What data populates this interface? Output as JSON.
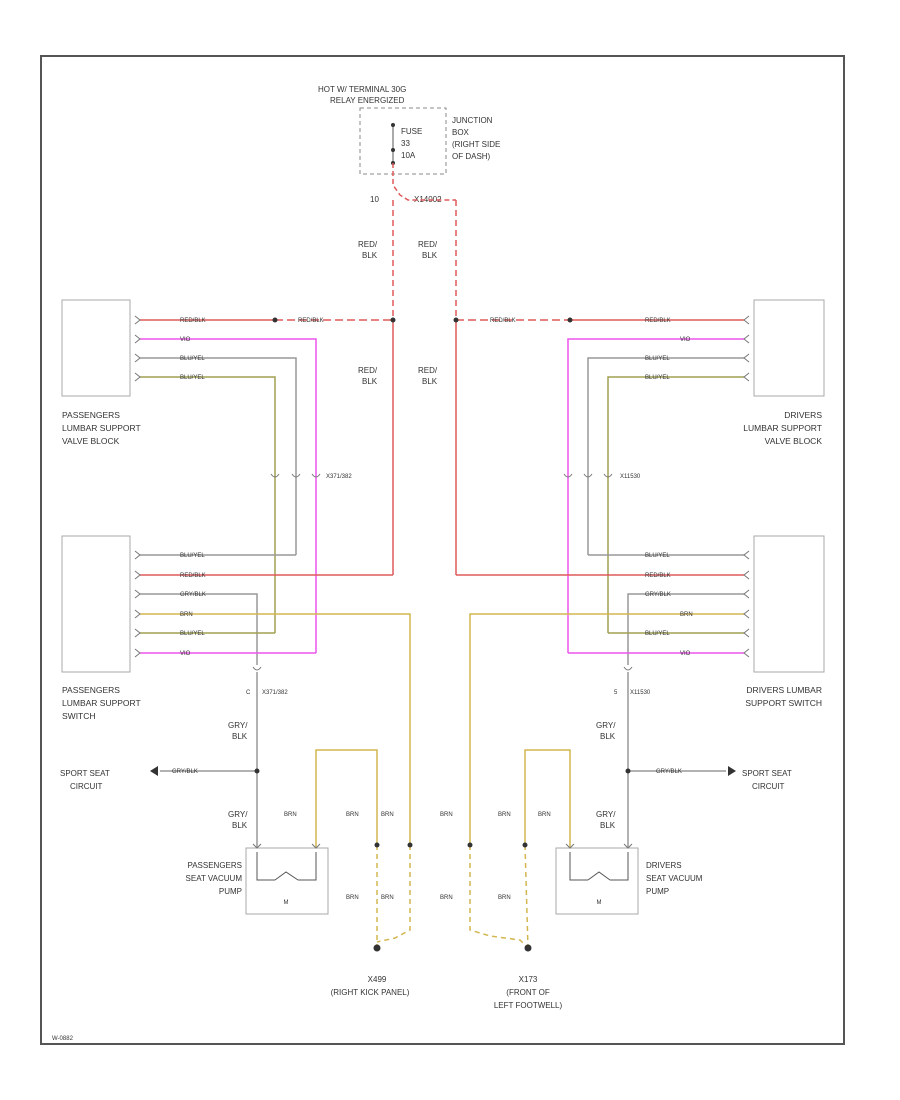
{
  "power": {
    "hot_line1": "HOT W/ TERMINAL 30G",
    "hot_line2": "RELAY ENERGIZED",
    "fuse_l1": "FUSE",
    "fuse_l2": "33",
    "fuse_l3": "10A",
    "jb_l1": "JUNCTION",
    "jb_l2": "BOX",
    "jb_l3": "(RIGHT SIDE",
    "jb_l4": "OF DASH)",
    "pin_left": "10",
    "pin_right": "X14002"
  },
  "wires": {
    "red_blk": "RED/BLK",
    "red_blk_stack1": "RED/",
    "red_blk_stack2": "BLK",
    "vio": "VIO",
    "blu_yel": "BLU/YEL",
    "gry_blk": "GRY/BLK",
    "gry_blk_stack1": "GRY/",
    "gry_blk_stack2": "BLK",
    "brn": "BRN"
  },
  "components": {
    "pass_valve_l1": "PASSENGERS",
    "pass_valve_l2": "LUMBAR SUPPORT",
    "pass_valve_l3": "VALVE BLOCK",
    "drv_valve_l1": "DRIVERS",
    "drv_valve_l2": "LUMBAR SUPPORT",
    "drv_valve_l3": "VALVE BLOCK",
    "pass_switch_l1": "PASSENGERS",
    "pass_switch_l2": "LUMBAR SUPPORT",
    "pass_switch_l3": "SWITCH",
    "drv_switch_l1": "DRIVERS LUMBAR",
    "drv_switch_l2": "SUPPORT SWITCH",
    "pass_pump_l1": "PASSENGERS",
    "pass_pump_l2": "SEAT VACUUM",
    "pass_pump_l3": "PUMP",
    "drv_pump_l1": "DRIVERS",
    "drv_pump_l2": "SEAT VACUUM",
    "drv_pump_l3": "PUMP",
    "motor": "M"
  },
  "connectors": {
    "pass_upper": "X371/382",
    "drv_upper": "X11530",
    "pass_lower": "X371/382",
    "drv_lower": "X11530",
    "pass_lower_pin": "C",
    "drv_lower_pin": "5"
  },
  "refs": {
    "sport_left_l1": "SPORT SEAT",
    "sport_left_l2": "CIRCUIT",
    "sport_right_l1": "SPORT SEAT",
    "sport_right_l2": "CIRCUIT"
  },
  "grounds": {
    "right_id": "X499",
    "right_loc": "(RIGHT KICK PANEL)",
    "left_id": "X173",
    "left_loc1": "(FRONT OF",
    "left_loc2": "LEFT FOOTWELL)"
  },
  "footer": {
    "code": "W-0882"
  },
  "colors": {
    "red": "#e05a5a",
    "violet": "#ee55ee",
    "olive": "#a0a050",
    "gray": "#999999",
    "brown": "#d4b650",
    "frame": "#555555"
  }
}
